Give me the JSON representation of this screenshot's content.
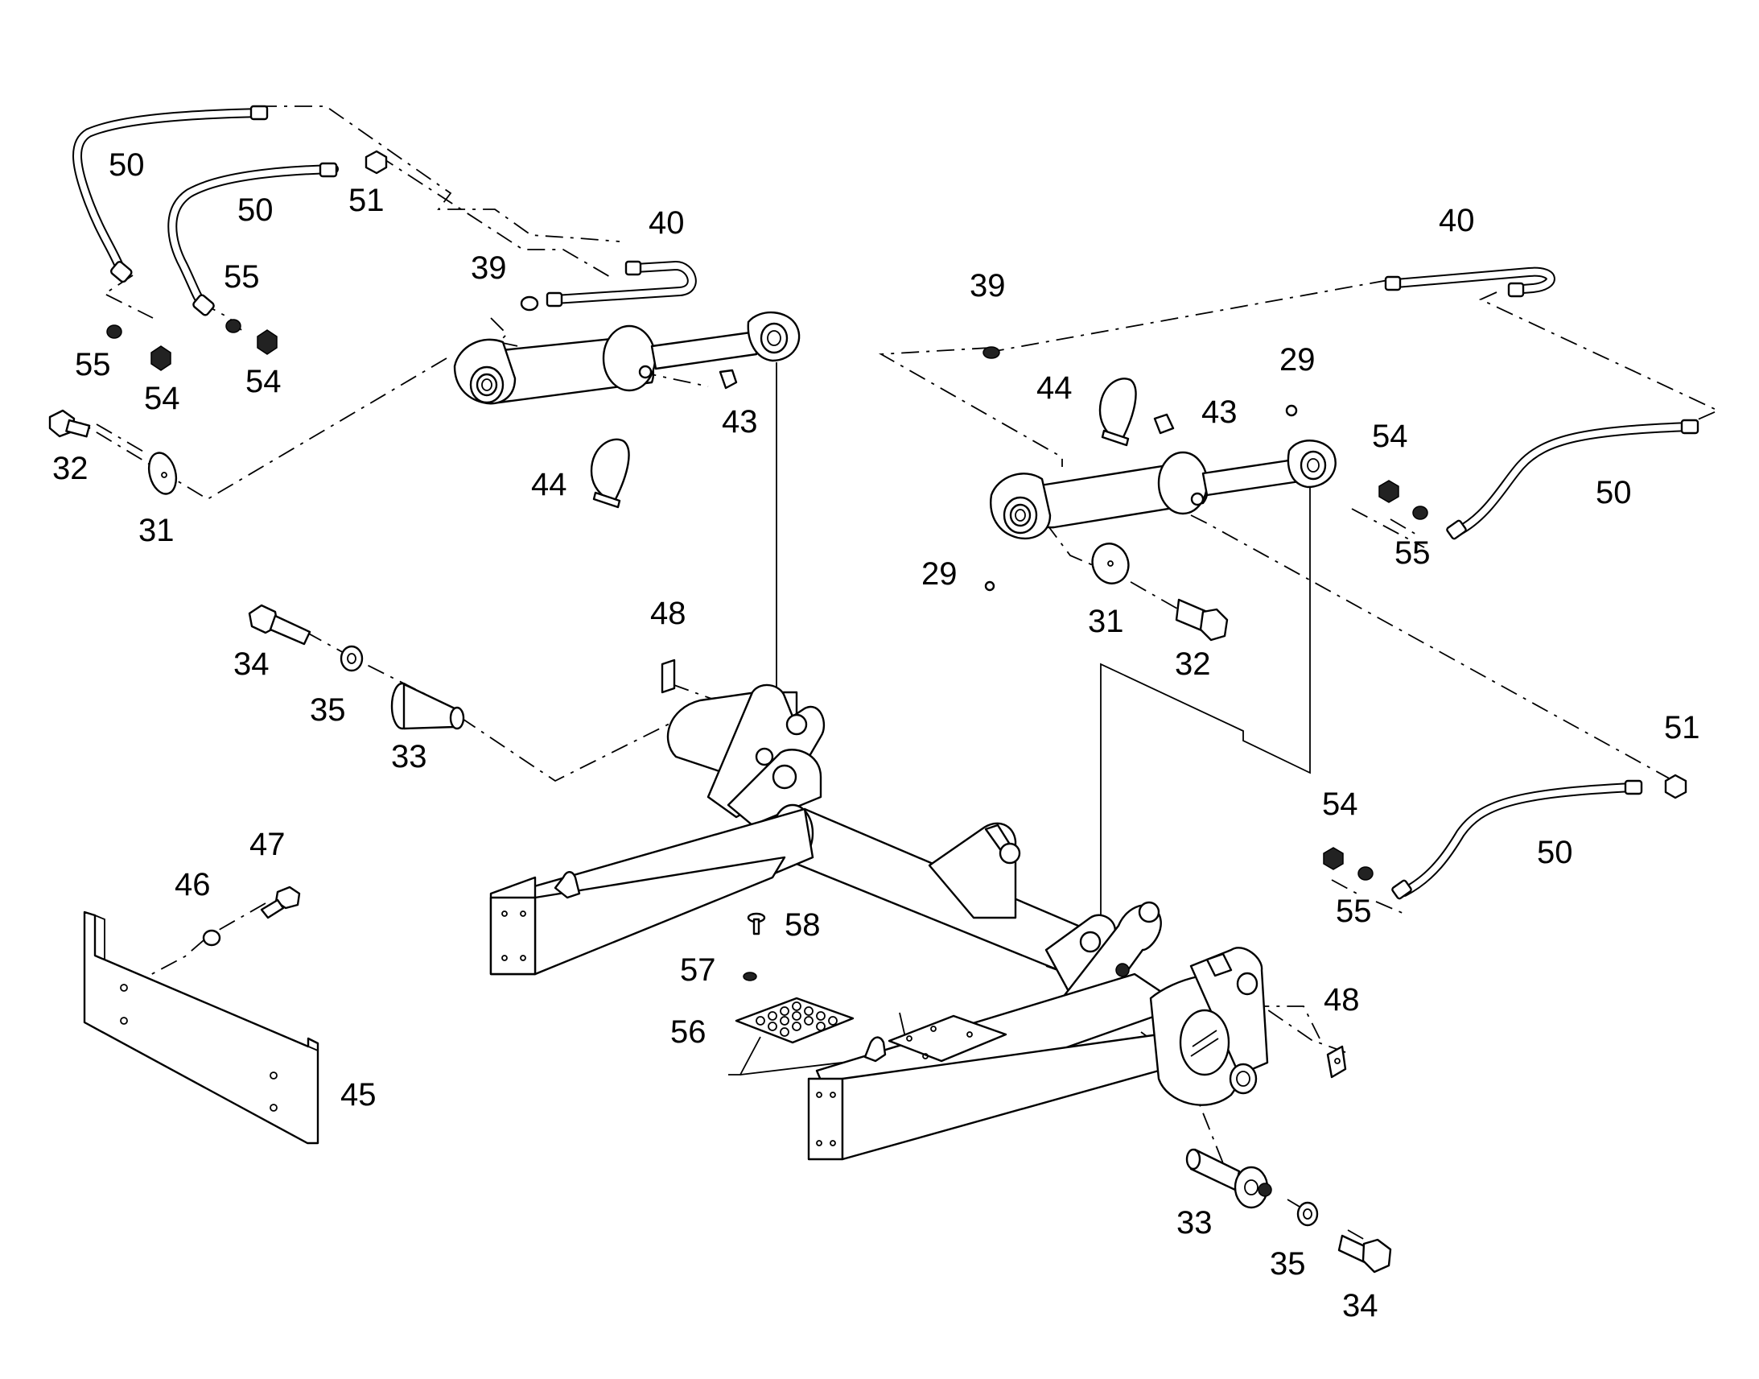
{
  "labels": {
    "l50a": "50",
    "l50b": "50",
    "l51a": "51",
    "l40a": "40",
    "l39a": "39",
    "l55a": "55",
    "l55b": "55",
    "l54a": "54",
    "l54b": "54",
    "l32a": "32",
    "l31a": "31",
    "l43a": "43",
    "l44a": "44",
    "l48a": "48",
    "l34a": "34",
    "l35a": "35",
    "l33a": "33",
    "l47": "47",
    "l46": "46",
    "l45": "45",
    "l58": "58",
    "l57": "57",
    "l56": "56",
    "l40b": "40",
    "l39b": "39",
    "l29a": "29",
    "l44b": "44",
    "l43b": "43",
    "l54c": "54",
    "l50c": "50",
    "l55c": "55",
    "l29b": "29",
    "l31b": "31",
    "l32b": "32",
    "l51b": "51",
    "l54d": "54",
    "l50d": "50",
    "l55d": "55",
    "l48b": "48",
    "l33b": "33",
    "l35b": "35",
    "l34b": "34"
  }
}
